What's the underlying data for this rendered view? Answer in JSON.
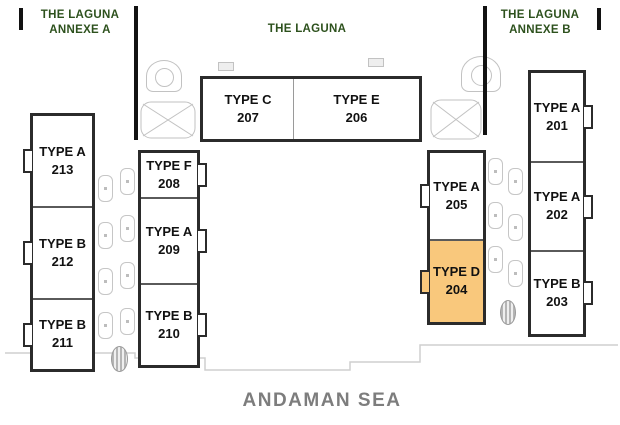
{
  "labels": {
    "annexe_a": "THE LAGUNA\nANNEXE  A",
    "laguna": "THE LAGUNA",
    "annexe_b": "THE LAGUNA\nANNEXE  B",
    "sea": "ANDAMAN SEA"
  },
  "colors": {
    "heading_green": "#2d511d",
    "highlight_orange": "#f9c87c",
    "outline_dark": "#2b2b2b",
    "faint_gray": "#c2c2c2",
    "sea_gray": "#7d7d7d"
  },
  "units": [
    {
      "type": "TYPE A",
      "number": "213",
      "highlighted": false
    },
    {
      "type": "TYPE B",
      "number": "212",
      "highlighted": false
    },
    {
      "type": "TYPE B",
      "number": "211",
      "highlighted": false
    },
    {
      "type": "TYPE F",
      "number": "208",
      "highlighted": false
    },
    {
      "type": "TYPE A",
      "number": "209",
      "highlighted": false
    },
    {
      "type": "TYPE B",
      "number": "210",
      "highlighted": false
    },
    {
      "type": "TYPE C",
      "number": "207",
      "highlighted": false
    },
    {
      "type": "TYPE E",
      "number": "206",
      "highlighted": false
    },
    {
      "type": "TYPE A",
      "number": "205",
      "highlighted": false
    },
    {
      "type": "TYPE D",
      "number": "204",
      "highlighted": true
    },
    {
      "type": "TYPE A",
      "number": "201",
      "highlighted": false
    },
    {
      "type": "TYPE A",
      "number": "202",
      "highlighted": false
    },
    {
      "type": "TYPE B",
      "number": "203",
      "highlighted": false
    }
  ]
}
